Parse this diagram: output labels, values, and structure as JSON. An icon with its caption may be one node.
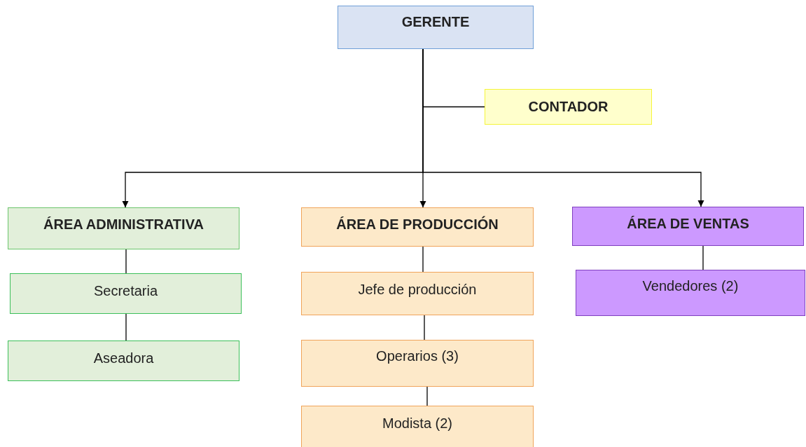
{
  "diagram": {
    "nodes": [
      {
        "text": [
          "GERENTE"
        ]
      },
      {
        "text": [
          "CONTADOR"
        ]
      },
      {
        "text": [
          "ÁREA ADMINISTRATIVA"
        ]
      },
      {
        "text": [
          "ÁREA DE PRODUCCIÓN"
        ]
      },
      {
        "text": [
          "ÁREA DE VENTAS"
        ]
      },
      {
        "text": [
          "Secretaria"
        ]
      },
      {
        "text": [
          "Aseadora"
        ]
      },
      {
        "text": [
          "Jefe de producción"
        ]
      },
      {
        "text": [
          "Operarios (3)"
        ]
      },
      {
        "text": [
          "Modista (2)"
        ]
      },
      {
        "text": [
          "Vendedores (2)"
        ]
      }
    ],
    "edges": [
      {
        "from": 1,
        "to": 0,
        "arrow": "none"
      },
      {
        "from": 0,
        "to": 2,
        "arrow": "to"
      },
      {
        "from": 0,
        "to": 3,
        "arrow": "to"
      },
      {
        "from": 0,
        "to": 4,
        "arrow": "to"
      },
      {
        "from": 2,
        "to": 5,
        "arrow": "none"
      },
      {
        "from": 5,
        "to": 6,
        "arrow": "none"
      },
      {
        "from": 3,
        "to": 7,
        "arrow": "none"
      },
      {
        "from": 7,
        "to": 8,
        "arrow": "none"
      },
      {
        "from": 8,
        "to": 9,
        "arrow": "none"
      },
      {
        "from": 4,
        "to": 10,
        "arrow": "none"
      }
    ]
  }
}
